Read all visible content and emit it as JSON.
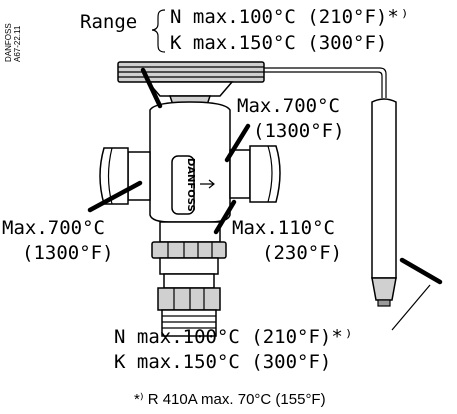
{
  "drawing_code": {
    "line1": "DANFOSS",
    "line2": "A67-22.11"
  },
  "range": {
    "label": "Range",
    "n_line": "N  max.100°C  (210°F)*⁾",
    "k_line": "K  max.150°C  (300°F)"
  },
  "top_right_limit": {
    "line1": "Max.700°C",
    "line2": "(1300°F)"
  },
  "left_limit": {
    "line1": "Max.700°C",
    "line2": "(1300°F)"
  },
  "lower_right_limit": {
    "line1": "Max.110°C",
    "line2": "(230°F)"
  },
  "bulb_range": {
    "n_line": "N  max.100°C  (210°F)*⁾",
    "k_line": "K  max.150°C  (300°F)"
  },
  "footnote": "*⁾ R 410A max. 70°C (155°F)",
  "valve_brand": "DANFOSS",
  "colors": {
    "ink": "#000000",
    "shade": "#d0d0d0",
    "dark_shade": "#9a9a9a",
    "background": "#ffffff"
  }
}
